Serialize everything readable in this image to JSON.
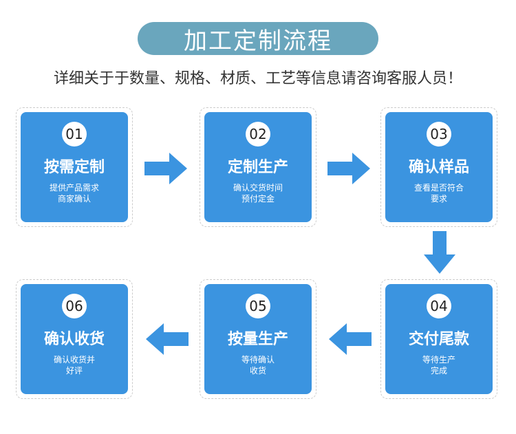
{
  "title": "加工定制流程",
  "subtitle": "详细关于于数量、规格、材质、工艺等信息请咨询客服人员！",
  "colors": {
    "pill": "#6aa6bd",
    "card": "#3b94e0",
    "arrow": "#3b94e0"
  },
  "steps": [
    {
      "num": "01",
      "title": "按需定制",
      "desc1": "提供产品需求",
      "desc2": "商家确认"
    },
    {
      "num": "02",
      "title": "定制生产",
      "desc1": "确认交货时间",
      "desc2": "预付定金"
    },
    {
      "num": "03",
      "title": "确认样品",
      "desc1": "查看是否符合",
      "desc2": "要求"
    },
    {
      "num": "04",
      "title": "交付尾款",
      "desc1": "等待生产",
      "desc2": "完成"
    },
    {
      "num": "05",
      "title": "按量生产",
      "desc1": "等待确认",
      "desc2": "收货"
    },
    {
      "num": "06",
      "title": "确认收货",
      "desc1": "确认收货并",
      "desc2": "好评"
    }
  ]
}
